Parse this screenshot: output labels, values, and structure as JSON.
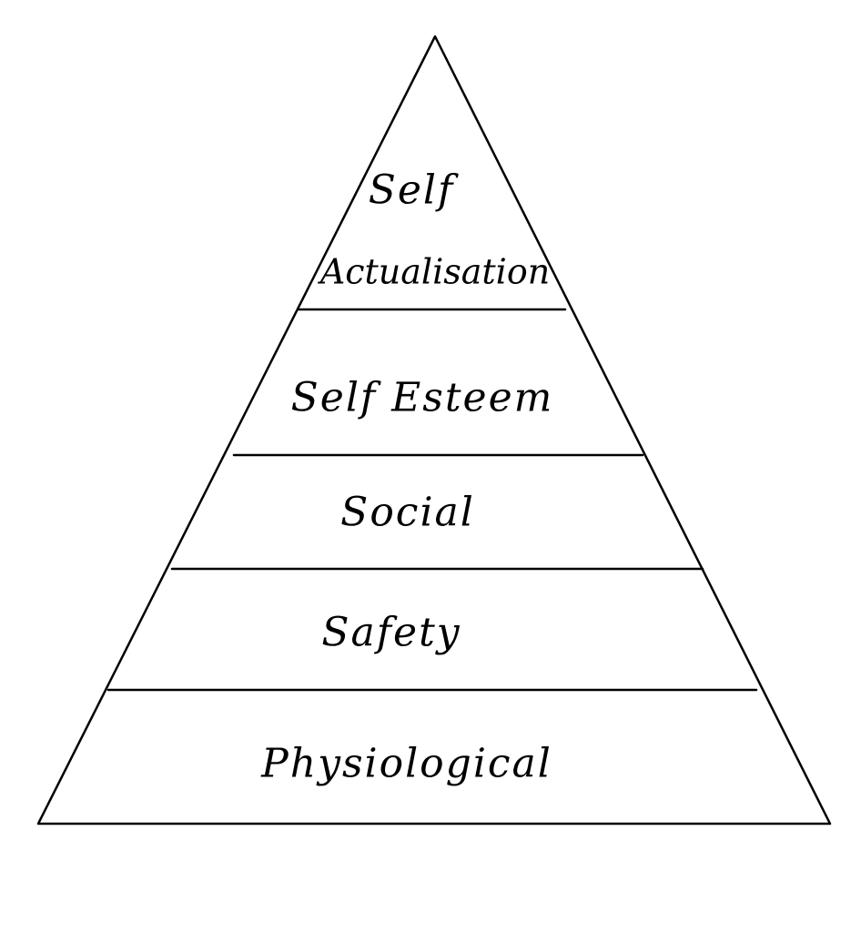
{
  "colors": {
    "line": "#000000",
    "text": "#000000",
    "background": "#ffffff"
  },
  "levels": [
    {
      "label_lines": [
        "Self",
        "Actualisation"
      ]
    },
    {
      "label_lines": [
        "Self Esteem"
      ]
    },
    {
      "label_lines": [
        "Social"
      ]
    },
    {
      "label_lines": [
        "Safety"
      ]
    },
    {
      "label_lines": [
        "Physiological"
      ]
    }
  ]
}
